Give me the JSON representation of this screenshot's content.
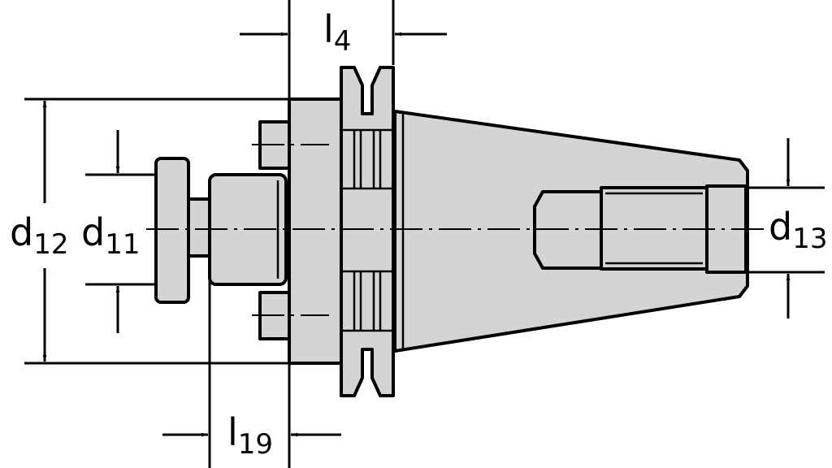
{
  "labels": {
    "l4": {
      "main": "l",
      "sub": "4"
    },
    "l19": {
      "main": "l",
      "sub": "19"
    },
    "d11": {
      "main": "d",
      "sub": "11"
    },
    "d12": {
      "main": "d",
      "sub": "12"
    },
    "d13": {
      "main": "d",
      "sub": "13"
    }
  },
  "colors": {
    "fill": "#d4d4d4",
    "stroke": "#000000"
  }
}
